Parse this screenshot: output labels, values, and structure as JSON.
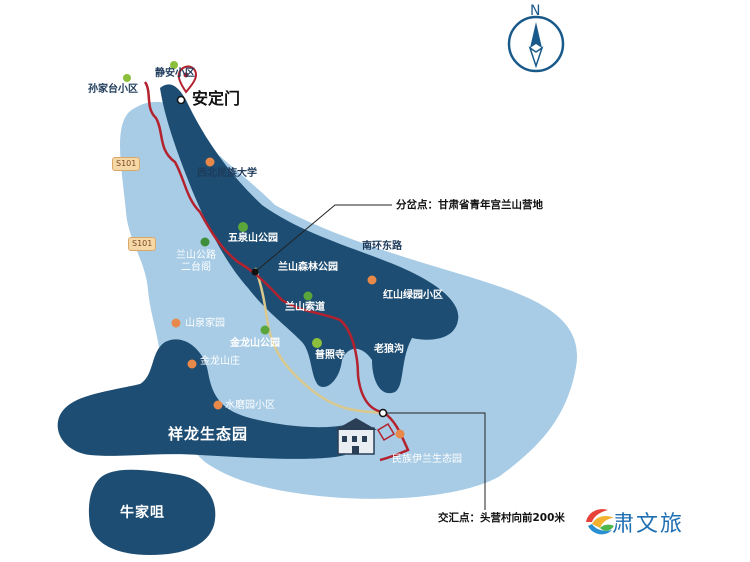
{
  "compass": {
    "north": "N"
  },
  "roads": {
    "s101_a": "S101",
    "s101_b": "S101"
  },
  "places": {
    "jingan": "静安小区",
    "sunjiatai": "孙家台小区",
    "andingmen": "安定门",
    "xibei_univ": "西北民族大学",
    "wuquan_park": "五泉山公园",
    "lanshan_forest_park": "兰山森林公园",
    "lanshan_road_line1": "兰山公路",
    "lanshan_road_line2": "二台阁",
    "lanshan_cableway": "兰山索道",
    "nanhuan_east_road": "南环东路",
    "hongshan_community": "红山绿园小区",
    "shanquan_home": "山泉家园",
    "jinlong_park": "金龙山公园",
    "puzhao_temple": "普照寺",
    "laolang_gully": "老狼沟",
    "jinlong_villa": "金龙山庄",
    "shuimo_community": "水磨园小区",
    "xianglong_eco": "祥龙生态园",
    "minzu_yilan_eco": "民族伊兰生态园",
    "niujiazui": "牛家咀"
  },
  "callouts": {
    "fork": "分岔点：甘肃省青年宫兰山营地",
    "junction": "交汇点：头营村向前200米"
  },
  "brand": {
    "text": "甘肃文旅"
  },
  "colors": {
    "land_light": "#a8cce6",
    "land_dark": "#1d4d72",
    "route_red": "#b3222e",
    "route_tan": "#d9c98e",
    "compass": "#1a5a8a"
  }
}
